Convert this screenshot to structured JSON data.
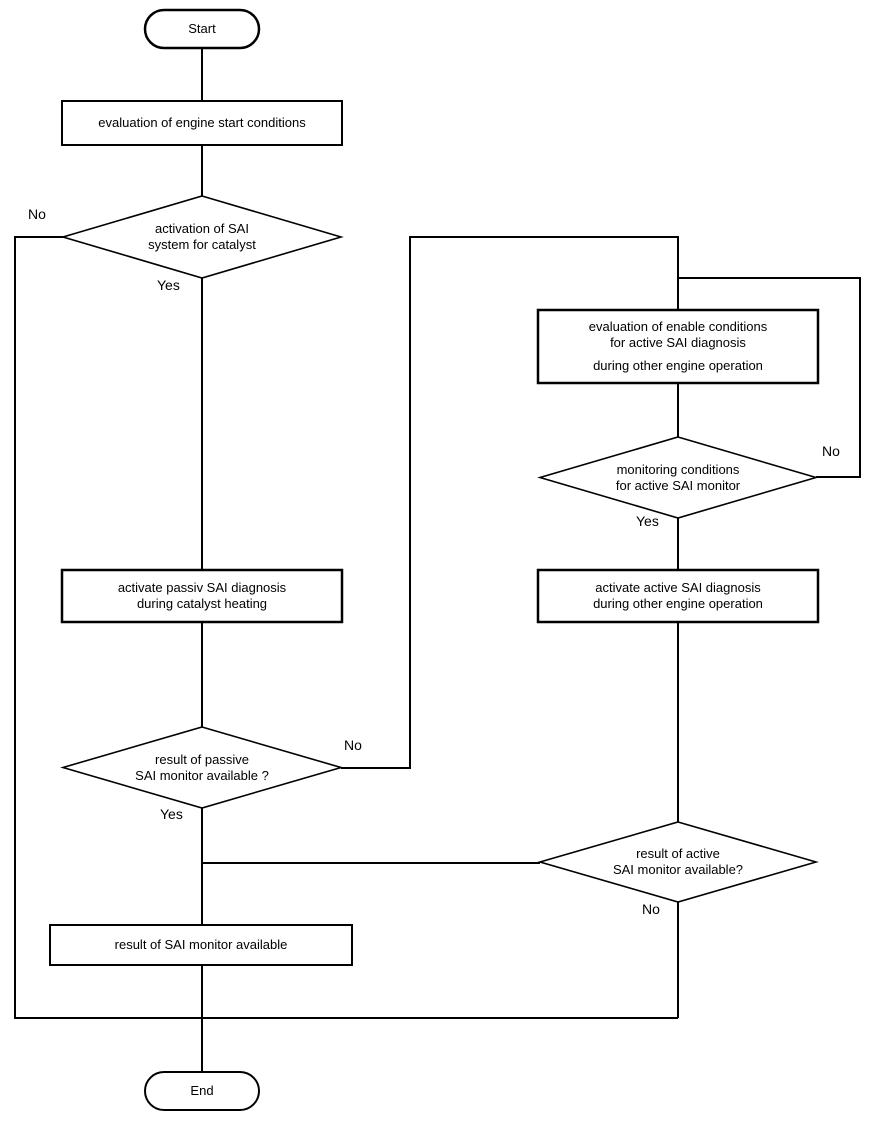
{
  "diagram": {
    "background_color": "#ffffff",
    "stroke_color": "#000000",
    "nodes": {
      "start": {
        "type": "terminator",
        "label": "Start"
      },
      "eval_engine_start": {
        "type": "process",
        "label": "evaluation of engine start conditions"
      },
      "activation_sai": {
        "type": "decision",
        "label": "activation of SAI\nsystem for catalyst"
      },
      "eval_enable_conditions": {
        "type": "process",
        "label": "evaluation of enable conditions\nfor active SAI diagnosis",
        "label2": "during other engine operation"
      },
      "monitoring_conditions": {
        "type": "decision",
        "label": "monitoring conditions\nfor active SAI monitor"
      },
      "activate_passive": {
        "type": "process",
        "label": "activate passiv SAI diagnosis\nduring catalyst heating"
      },
      "activate_active": {
        "type": "process",
        "label": "activate active SAI diagnosis\nduring other engine operation"
      },
      "result_passive": {
        "type": "decision",
        "label": "result of passive\nSAI monitor available ?"
      },
      "result_active": {
        "type": "decision",
        "label": "result of active\nSAI monitor available?"
      },
      "result_available": {
        "type": "process",
        "label": "result of SAI monitor available"
      },
      "end": {
        "type": "terminator",
        "label": "End"
      }
    },
    "edge_labels": {
      "activation_sai_no": "No",
      "activation_sai_yes": "Yes",
      "monitoring_conditions_no": "No",
      "monitoring_conditions_yes": "Yes",
      "result_passive_no": "No",
      "result_passive_yes": "Yes",
      "result_active_no": "No"
    }
  }
}
